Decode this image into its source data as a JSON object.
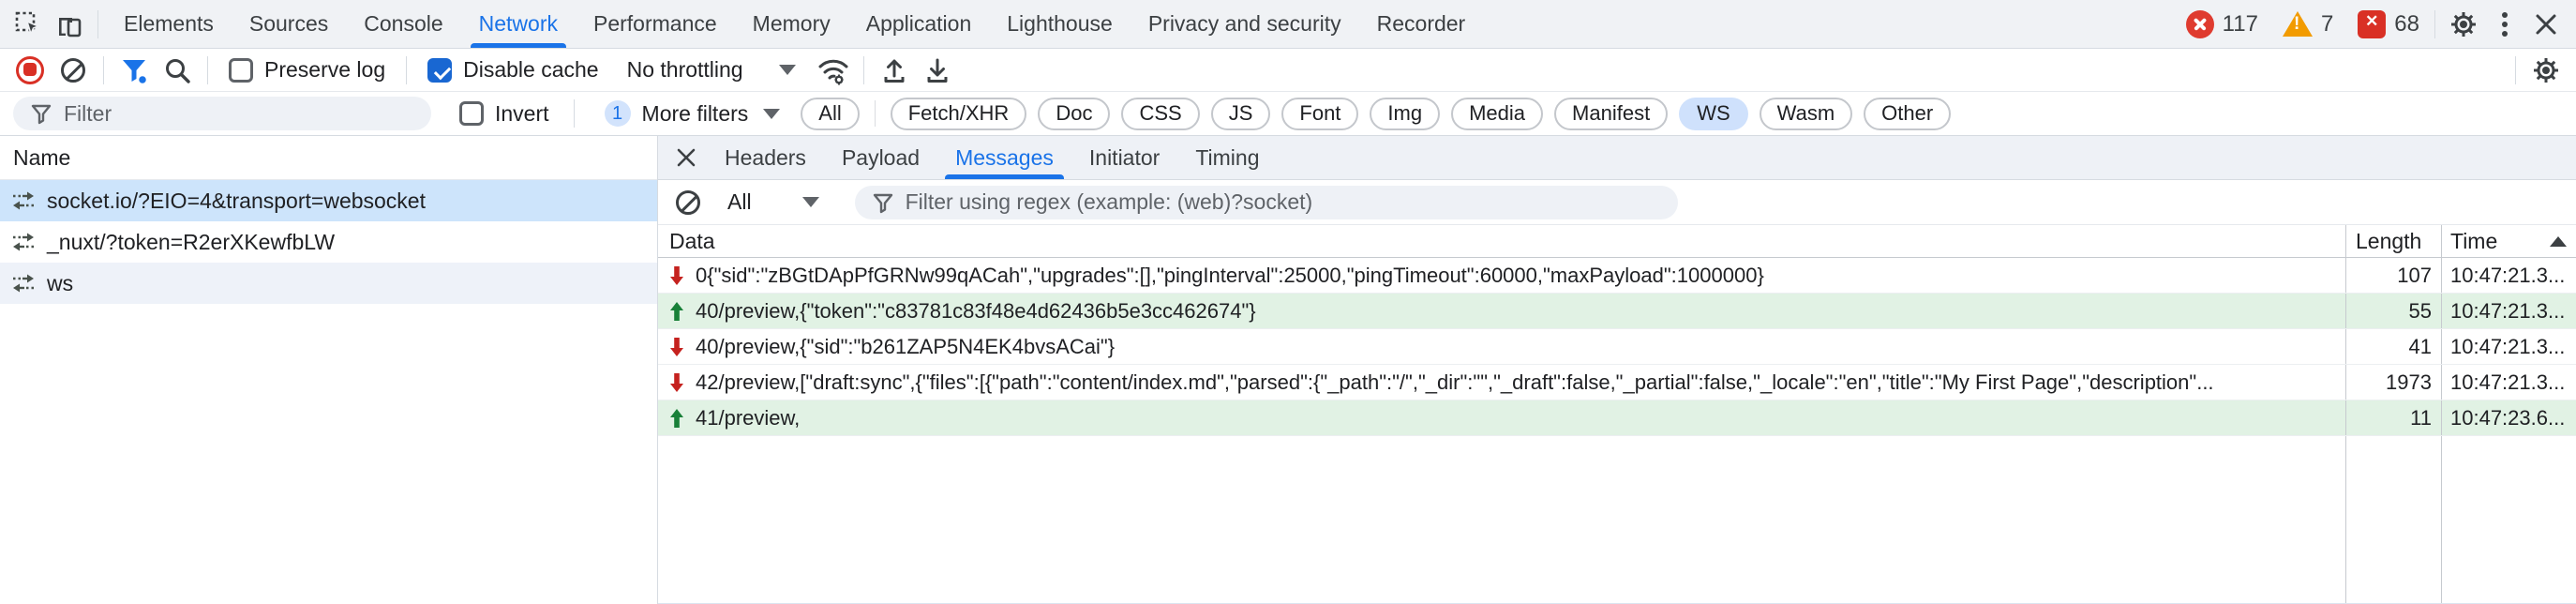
{
  "tabbar": {
    "tabs": [
      {
        "label": "Elements"
      },
      {
        "label": "Sources"
      },
      {
        "label": "Console"
      },
      {
        "label": "Network"
      },
      {
        "label": "Performance"
      },
      {
        "label": "Memory"
      },
      {
        "label": "Application"
      },
      {
        "label": "Lighthouse"
      },
      {
        "label": "Privacy and security"
      },
      {
        "label": "Recorder"
      }
    ],
    "active_tab": "Network",
    "error_count": "117",
    "warning_count": "7",
    "issue_count": "68"
  },
  "net_toolbar": {
    "preserve_log_label": "Preserve log",
    "disable_cache_label": "Disable cache",
    "throttling_value": "No throttling"
  },
  "filter_bar": {
    "filter_placeholder": "Filter",
    "invert_label": "Invert",
    "more_filters_badge": "1",
    "more_filters_label": "More filters",
    "chips": [
      "All",
      "Fetch/XHR",
      "Doc",
      "CSS",
      "JS",
      "Font",
      "Img",
      "Media",
      "Manifest",
      "WS",
      "Wasm",
      "Other"
    ],
    "selected_chip": "WS"
  },
  "requests": {
    "header": "Name",
    "items": [
      {
        "name": "socket.io/?EIO=4&transport=websocket",
        "selected": true
      },
      {
        "name": "_nuxt/?token=R2erXKewfbLW",
        "selected": false
      },
      {
        "name": "ws",
        "selected": false
      }
    ]
  },
  "detail": {
    "tabs": [
      "Headers",
      "Payload",
      "Messages",
      "Initiator",
      "Timing"
    ],
    "active_tab": "Messages"
  },
  "messages": {
    "filter_select_value": "All",
    "filter_placeholder": "Filter using regex (example: (web)?socket)",
    "columns": {
      "data": "Data",
      "length": "Length",
      "time": "Time"
    },
    "sort": "time-ascending",
    "rows": [
      {
        "direction": "received",
        "data": "0{\"sid\":\"zBGtDApPfGRNw99qACah\",\"upgrades\":[],\"pingInterval\":25000,\"pingTimeout\":60000,\"maxPayload\":1000000}",
        "length": "107",
        "time": "10:47:21.3..."
      },
      {
        "direction": "sent",
        "data": "40/preview,{\"token\":\"c83781c83f48e4d62436b5e3cc462674\"}",
        "length": "55",
        "time": "10:47:21.3..."
      },
      {
        "direction": "received",
        "data": "40/preview,{\"sid\":\"b261ZAP5N4EK4bvsACai\"}",
        "length": "41",
        "time": "10:47:21.3..."
      },
      {
        "direction": "received",
        "data": "42/preview,[\"draft:sync\",{\"files\":[{\"path\":\"content/index.md\",\"parsed\":{\"_path\":\"/\",\"_dir\":\"\",\"_draft\":false,\"_partial\":false,\"_locale\":\"en\",\"title\":\"My First Page\",\"description\"...",
        "length": "1973",
        "time": "10:47:21.3..."
      },
      {
        "direction": "sent",
        "data": "41/preview,",
        "length": "11",
        "time": "10:47:23.6..."
      }
    ]
  },
  "colors": {
    "accent_blue": "#1a73e8",
    "error_red": "#d93025",
    "warning_orange": "#f29b00",
    "sent_row_green": "#e1f2e4",
    "selected_row_blue": "#cde4fb",
    "received_arrow": "#c5221f",
    "sent_arrow": "#188038"
  }
}
